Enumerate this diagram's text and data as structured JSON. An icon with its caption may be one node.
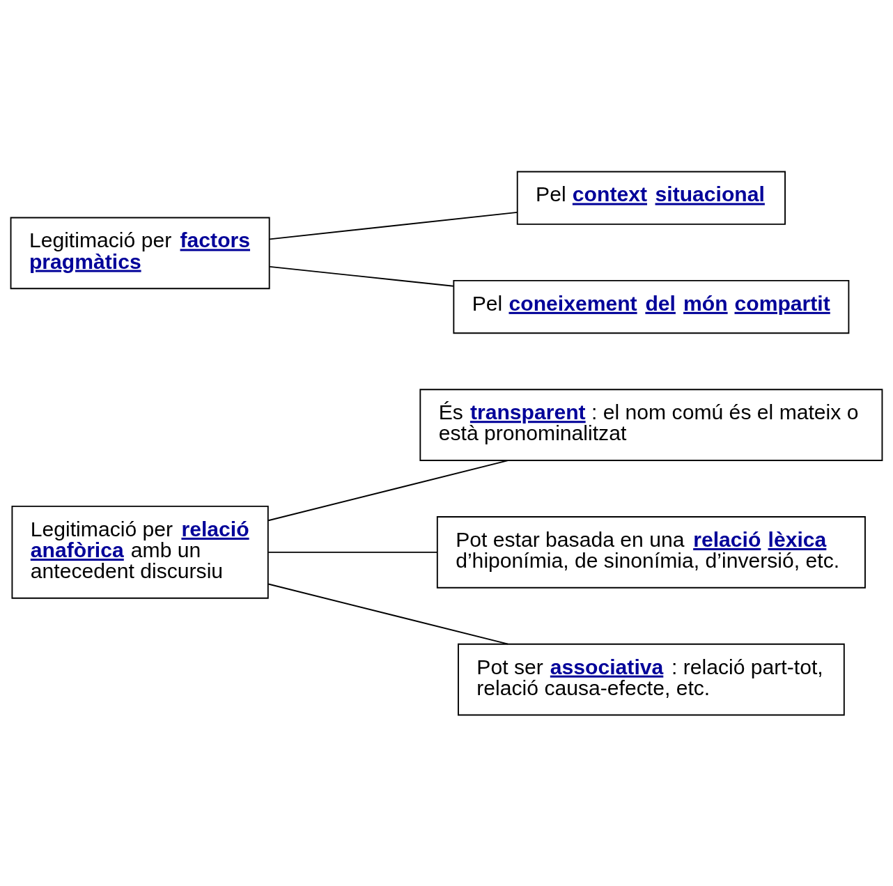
{
  "diagram": {
    "nodes": [
      {
        "text": [
          "Legitimació per **relació anafòrica** amb un antecedent discursiu"
        ]
      },
      {
        "text": [
          "És **transparent**: el nom comú és el mateix o està pronominalitzat"
        ]
      },
      {
        "text": [
          "Pot estar basada en una **relació lèxica** d’hiponímia, de sinonímia, d’inversió, etc."
        ]
      },
      {
        "text": [
          "Pot ser **associativa**: relació part-tot, relació causa-efecte, etc."
        ]
      },
      {
        "text": [
          "Legitimació per **factors pragmàtics**"
        ]
      },
      {
        "text": [
          "Pel **context situacional**"
        ]
      },
      {
        "text": [
          "Pel **coneixement del món compartit**"
        ]
      }
    ],
    "edges": [
      {
        "from": 0,
        "to": 1,
        "arrow": "none"
      },
      {
        "from": 0,
        "to": 2,
        "arrow": "none"
      },
      {
        "from": 0,
        "to": 3,
        "arrow": "none"
      },
      {
        "from": 4,
        "to": 5,
        "arrow": "none"
      },
      {
        "from": 4,
        "to": 6,
        "arrow": "none"
      }
    ]
  }
}
